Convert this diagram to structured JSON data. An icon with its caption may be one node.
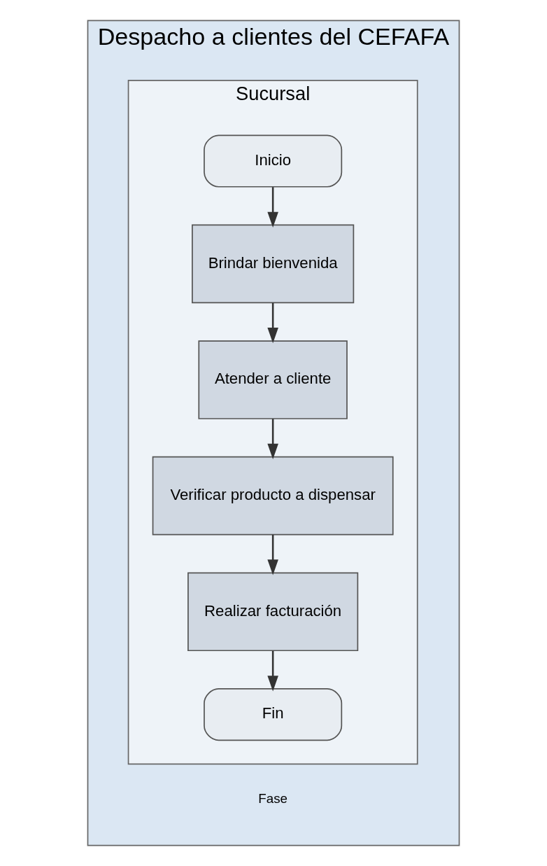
{
  "diagram": {
    "nodes": [
      {
        "text": [
          "Despacho a clientes del CEFAFA"
        ]
      },
      {
        "text": [
          "Sucursal"
        ],
        "in": 0
      },
      {
        "text": [
          "Inicio"
        ],
        "in": 1
      },
      {
        "text": [
          "Brindar bienvenida"
        ],
        "in": 1
      },
      {
        "text": [
          "Atender a cliente"
        ],
        "in": 1
      },
      {
        "text": [
          "Verificar producto a dispensar"
        ],
        "in": 1
      },
      {
        "text": [
          "Realizar facturación"
        ],
        "in": 1
      },
      {
        "text": [
          "Fin"
        ],
        "in": 1
      }
    ],
    "edges": [
      {
        "from": 2,
        "to": 3,
        "arrow": "to"
      },
      {
        "from": 3,
        "to": 4,
        "arrow": "to"
      },
      {
        "from": 4,
        "to": 5,
        "arrow": "to"
      },
      {
        "from": 5,
        "to": 6,
        "arrow": "to"
      },
      {
        "from": 6,
        "to": 7,
        "arrow": "to"
      }
    ],
    "labels": [
      "Fase"
    ]
  }
}
